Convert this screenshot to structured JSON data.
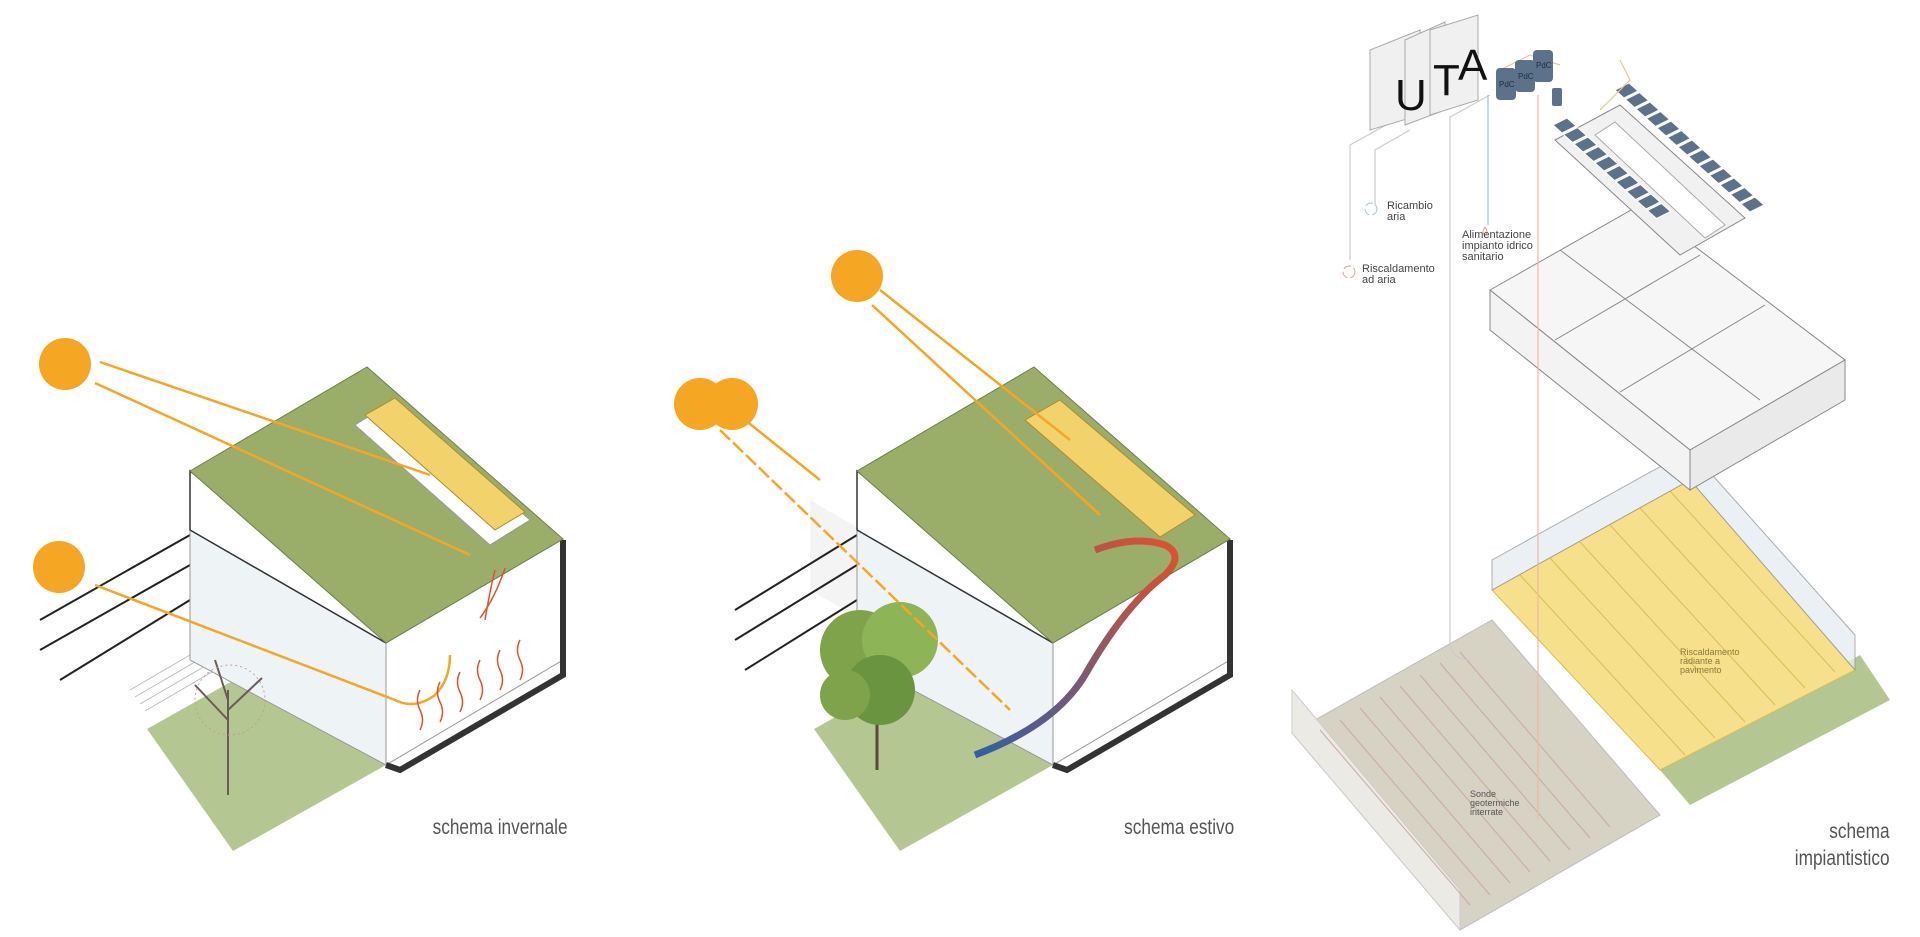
{
  "panels": [
    {
      "caption": "schema invernale"
    },
    {
      "caption": "schema estivo"
    },
    {
      "caption_line1": "schema",
      "caption_line2": "impiantistico"
    }
  ],
  "plant": {
    "uta_letters": [
      "U",
      "T",
      "A"
    ],
    "pdc_labels": [
      "PdC",
      "PdC",
      "PdC"
    ],
    "ricambio_l1": "Ricambio",
    "ricambio_l2": "aria",
    "riscaldamento_aria_l1": "Riscaldamento",
    "riscaldamento_aria_l2": "ad aria",
    "idrico_l1": "Alimentazione",
    "idrico_l2": "impianto idrico",
    "idrico_l3": "sanitario",
    "radiante_l1": "Riscaldamento",
    "radiante_l2": "radiante a",
    "radiante_l3": "pavimento",
    "sonde_l1": "Sonde",
    "sonde_l2": "geotermiche",
    "sonde_l3": "interrate"
  },
  "colors": {
    "sun": "#f5a623",
    "roof": "#9aae6a",
    "ground": "#b4c792",
    "floor_heating": "#f6e08c",
    "soil": "#d6d2c4",
    "solar_panel": "#5b728a",
    "warm_arrow": "#e0512e",
    "cool_arrow": "#2f5fa6"
  }
}
